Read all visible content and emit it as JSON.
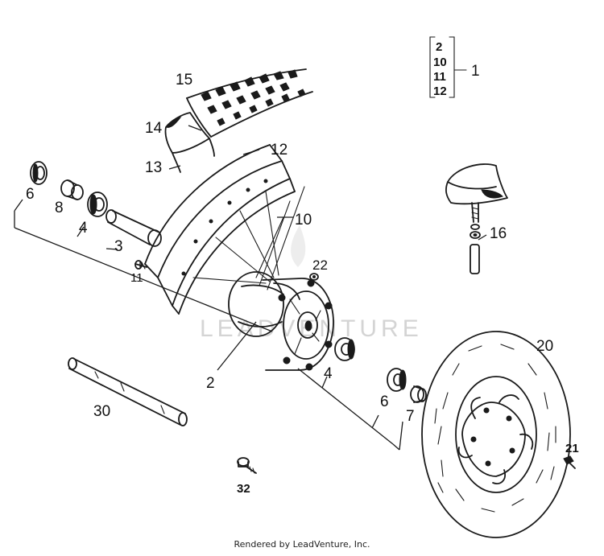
{
  "watermark": "LEADVENTURE",
  "credit": "Rendered by LeadVenture, Inc.",
  "kit_group": {
    "items": [
      "2",
      "10",
      "11",
      "12"
    ],
    "label": "1"
  },
  "callouts": {
    "c15": "15",
    "c14": "14",
    "c13": "13",
    "c12": "12",
    "c10": "10",
    "c6a": "6",
    "c8": "8",
    "c4a": "4",
    "c3": "3",
    "c11": "11",
    "c22": "22",
    "c16": "16",
    "c2": "2",
    "c4b": "4",
    "c6b": "6",
    "c7": "7",
    "c30": "30",
    "c20": "20",
    "c32": "32",
    "c21": "21"
  }
}
